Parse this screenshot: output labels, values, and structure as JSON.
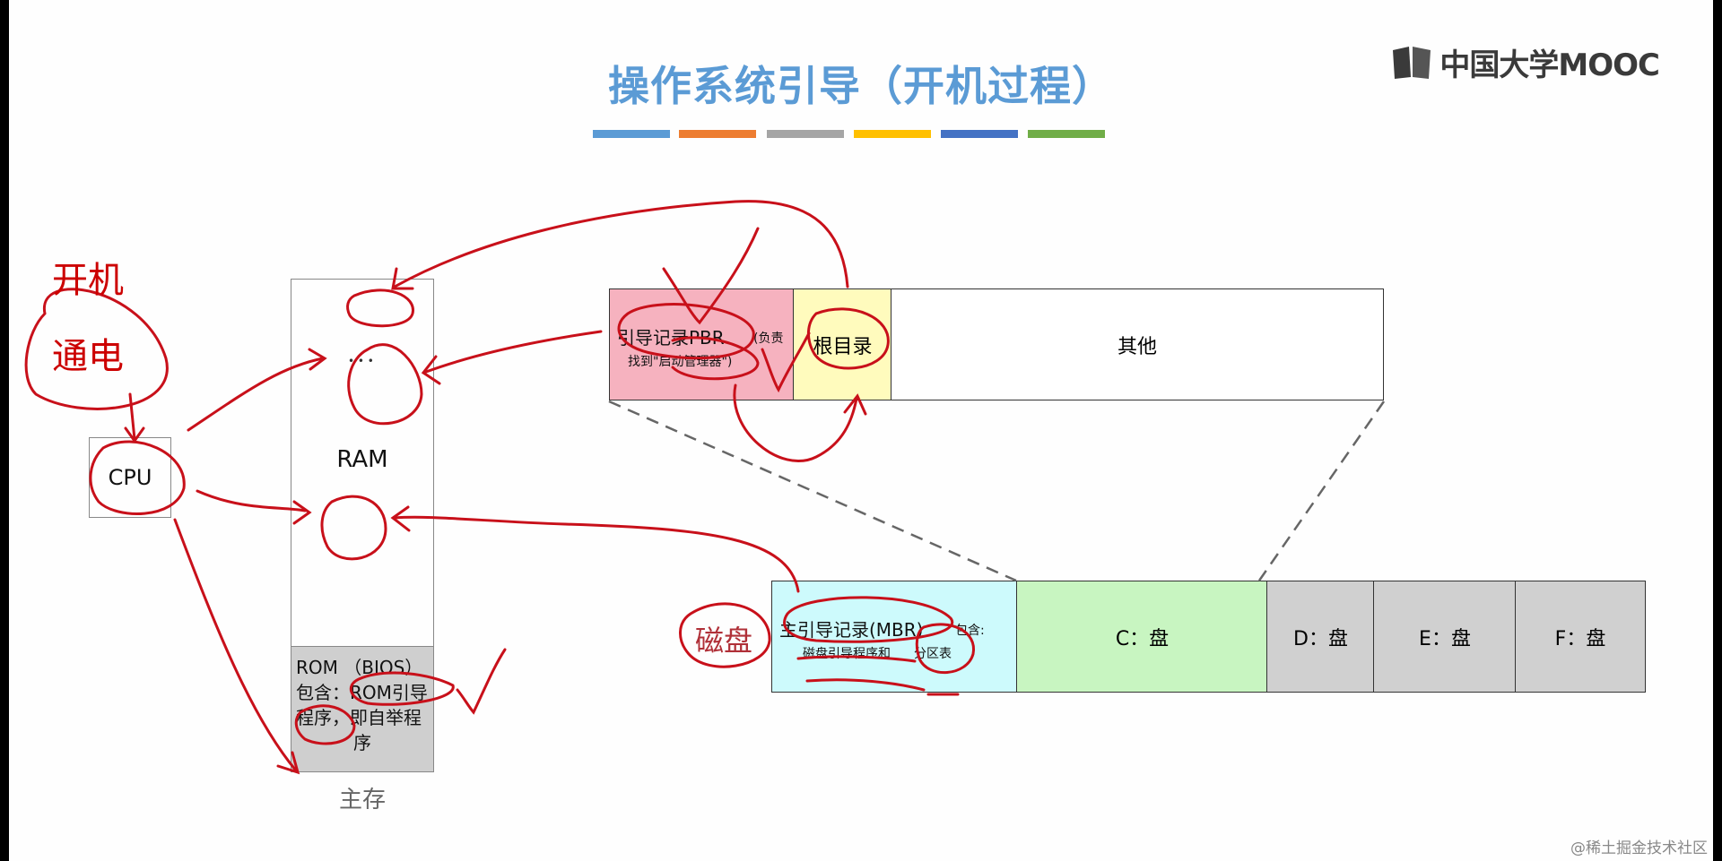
{
  "title": "操作系统引导（开机过程）",
  "title_color": "#5b9bd5",
  "accent_bars": [
    "#5b9bd5",
    "#ed7d31",
    "#a5a5a5",
    "#ffc000",
    "#4472c4",
    "#70ad47"
  ],
  "logo": {
    "icon": "book-icon",
    "text": "中国大学MOOC"
  },
  "cpu": {
    "label": "CPU"
  },
  "memory": {
    "ram_label": "RAM",
    "ram_dots": "• • •",
    "rom_lines": [
      "ROM （BIOS）",
      "包含：ROM引导",
      "程序，即自举程",
      "序"
    ],
    "caption": "主存"
  },
  "partition": {
    "pbr_title": "引导记录PBR",
    "pbr_note_1": "(负责",
    "pbr_note_2": "找到\"启动管理器\")",
    "pbr_color": "#f6b2bf",
    "root_dir": "根目录",
    "root_color": "#fffbbd",
    "other": "其他"
  },
  "disk": {
    "mbr_title": "主引导记录(MBR)",
    "mbr_note_1": "包含:",
    "mbr_note_2": "磁盘引导程序和",
    "mbr_note_3": "分区表",
    "mbr_color": "#cdfafc",
    "c_drive": "C：盘",
    "c_color": "#c8f5c1",
    "d_drive": "D：盘",
    "e_drive": "E：盘",
    "f_drive": "F：盘",
    "other_drive_color": "#d0d0d0"
  },
  "handwriting": {
    "power_on_1": "开机",
    "power_on_2": "通电",
    "disk": "磁盘"
  },
  "watermark": "@稀土掘金技术社区"
}
